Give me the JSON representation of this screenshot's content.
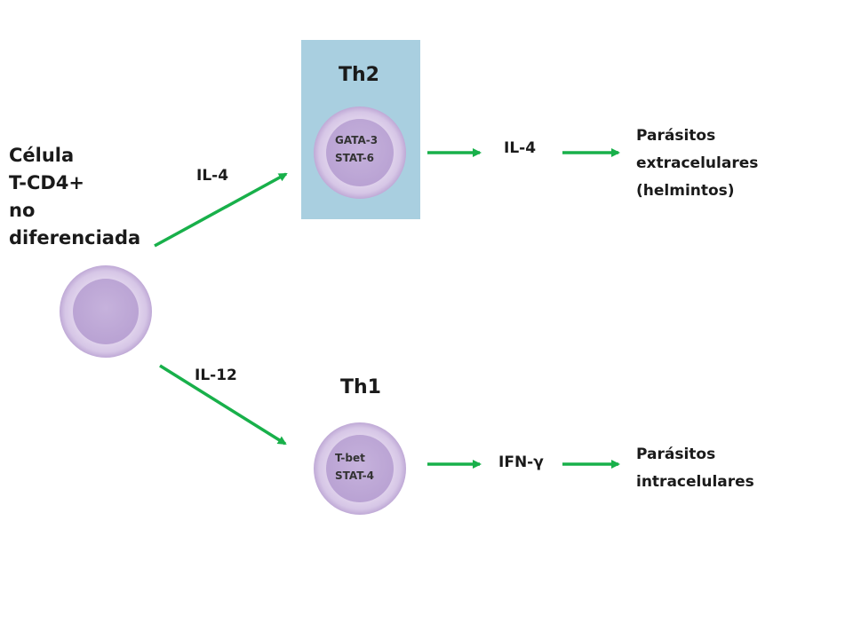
{
  "naive_cell": {
    "lines": [
      "Célula",
      "T-CD4+",
      "no",
      "diferenciada"
    ]
  },
  "th2": {
    "title": "Th2",
    "markers": [
      "GATA-3",
      "STAT-6"
    ],
    "input_cytokine": "IL-4",
    "output_cytokine": "IL-4",
    "target": [
      "Parásitos",
      "extracelulares",
      "(helmintos)"
    ]
  },
  "th1": {
    "title": "Th1",
    "markers": [
      "T-bet",
      "STAT-4"
    ],
    "input_cytokine": "IL-12",
    "output_cytokine": "IFN-γ",
    "target": [
      "Parásitos",
      "intracelulares"
    ]
  },
  "colors": {
    "arrow": "#18b04a",
    "cell_fill": "#c8b4dc",
    "cell_ring": "#e4d9ee",
    "th2_panel": "#a9cfe0"
  }
}
